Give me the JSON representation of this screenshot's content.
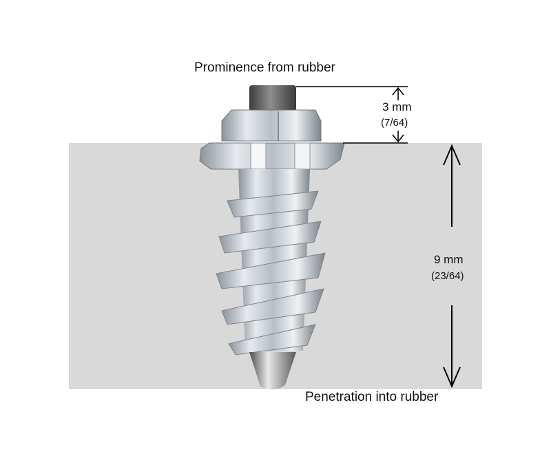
{
  "labels": {
    "prominence": "Prominence from rubber",
    "penetration": "Penetration into rubber"
  },
  "measurements": {
    "prominence_mm": "3 mm",
    "prominence_inch": "(7/64)",
    "penetration_mm": "9 mm",
    "penetration_inch": "(23/64)"
  },
  "colors": {
    "rubber_block": "#d9d9d9",
    "stud_metal": "#c9ced4",
    "stud_dark": "#7e858c",
    "pin_top": "#4a4a4a",
    "lines": "#000000"
  },
  "icons": [
    "stud-image",
    "double-arrow-icon"
  ]
}
